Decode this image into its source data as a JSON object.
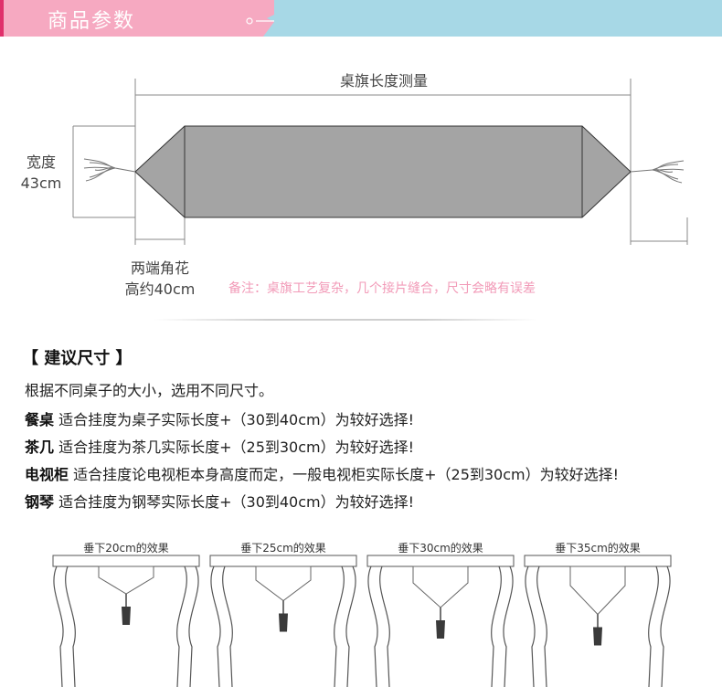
{
  "header": {
    "title": "商品参数",
    "colors": {
      "pink": "#f6a9c1",
      "blue": "#a7d8e6",
      "accent": "#e02f6b"
    }
  },
  "diagram": {
    "length_label": "桌旗长度测量",
    "width_label": "宽度",
    "width_value": "43cm",
    "end_label": "两端角花",
    "end_value": "高约40cm",
    "note": "备注：桌旗工艺复杂，几个接片缝合，尺寸会略有误差"
  },
  "suggest": {
    "title": "【 建议尺寸 】",
    "intro": "根据不同桌子的大小，选用不同尺寸。",
    "rows": [
      {
        "name": "餐桌",
        "text": " 适合挂度为桌子实际长度+（30到40cm）为较好选择!"
      },
      {
        "name": "茶几",
        "text": " 适合挂度为茶几实际长度+（25到30cm）为较好选择!"
      },
      {
        "name": "电视柜",
        "text": " 适合挂度论电视柜本身高度而定，一般电视柜实际长度+（25到30cm）为较好选择!"
      },
      {
        "name": "钢琴",
        "text": " 适合挂度为钢琴实际长度+（30到40cm）为较好选择!"
      }
    ]
  },
  "effects": [
    {
      "label": "垂下20cm的效果"
    },
    {
      "label": "垂下25cm的效果"
    },
    {
      "label": "垂下30cm的效果"
    },
    {
      "label": "垂下35cm的效果"
    }
  ]
}
